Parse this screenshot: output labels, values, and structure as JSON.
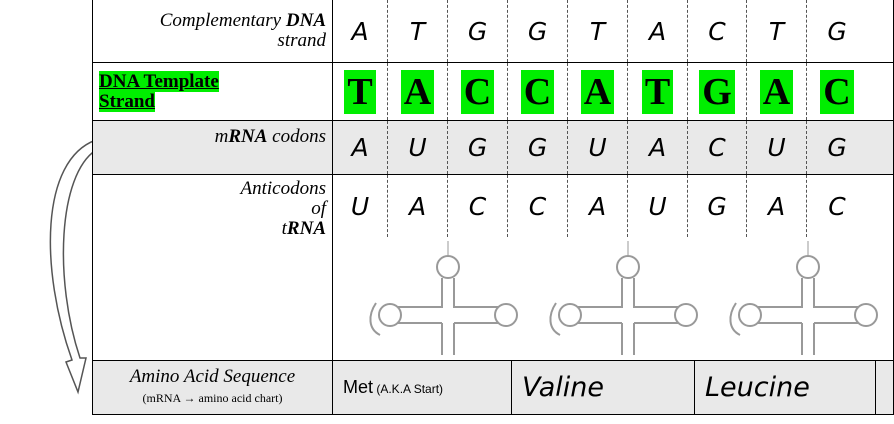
{
  "rows": {
    "complementary": {
      "label_pre": "Complementary ",
      "label_bold": "DNA",
      "label_post": "strand",
      "letters": [
        "A",
        "T",
        "G",
        "G",
        "T",
        "A",
        "C",
        "T",
        "G"
      ]
    },
    "template": {
      "label_line1": "DNA Template",
      "label_line2": "Strand",
      "letters": [
        "T",
        "A",
        "C",
        "C",
        "A",
        "T",
        "G",
        "A",
        "C"
      ]
    },
    "mrna": {
      "label_pre": "m",
      "label_bold": "RNA",
      "label_post": " codons",
      "letters": [
        "A",
        "U",
        "G",
        "G",
        "U",
        "A",
        "C",
        "U",
        "G"
      ]
    },
    "anticodons": {
      "label_line1": "Anticodons",
      "label_line2": "of",
      "label_pre3": "t",
      "label_bold3": "RNA",
      "letters": [
        "U",
        "A",
        "C",
        "C",
        "A",
        "U",
        "G",
        "A",
        "C"
      ]
    },
    "amino": {
      "label_line1": "Amino Acid Sequence",
      "label_line2_pre": "(mRNA ",
      "label_arrow": "→",
      "label_line2_post": " amino acid chart)",
      "acids": [
        {
          "name": "Met",
          "note": " (A.K.A Start)"
        },
        {
          "name": "Valine",
          "note": ""
        },
        {
          "name": "Leucine",
          "note": ""
        }
      ]
    }
  },
  "colors": {
    "highlight": "#00ee00",
    "gray_row": "#e9e9e9"
  },
  "icons": {
    "arrow": "curved-arrow-icon",
    "trna": "trna-cloverleaf-icon"
  }
}
